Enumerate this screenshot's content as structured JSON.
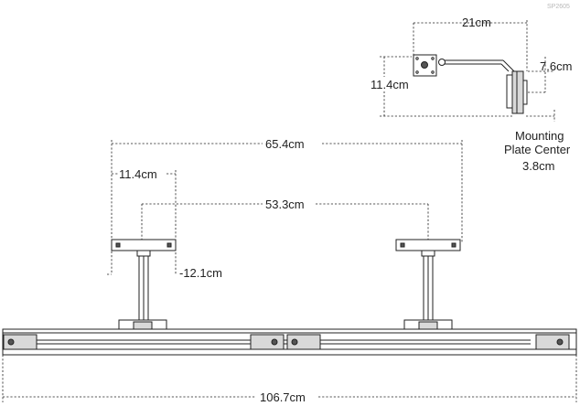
{
  "drawing": {
    "code": "SP2605",
    "front_view": {
      "overall_width": "106.7cm",
      "mount_span": "65.4cm",
      "bracket_spacing": "53.3cm",
      "plate_width": "11.4cm",
      "drop": "-12.1cm"
    },
    "side_view": {
      "extension": "21cm",
      "height": "11.4cm",
      "plate_height": "7.6cm",
      "mounting_plate_center_line1": "Mounting",
      "mounting_plate_center_line2": "Plate Center",
      "mounting_plate_center_value": "3.8cm"
    }
  }
}
